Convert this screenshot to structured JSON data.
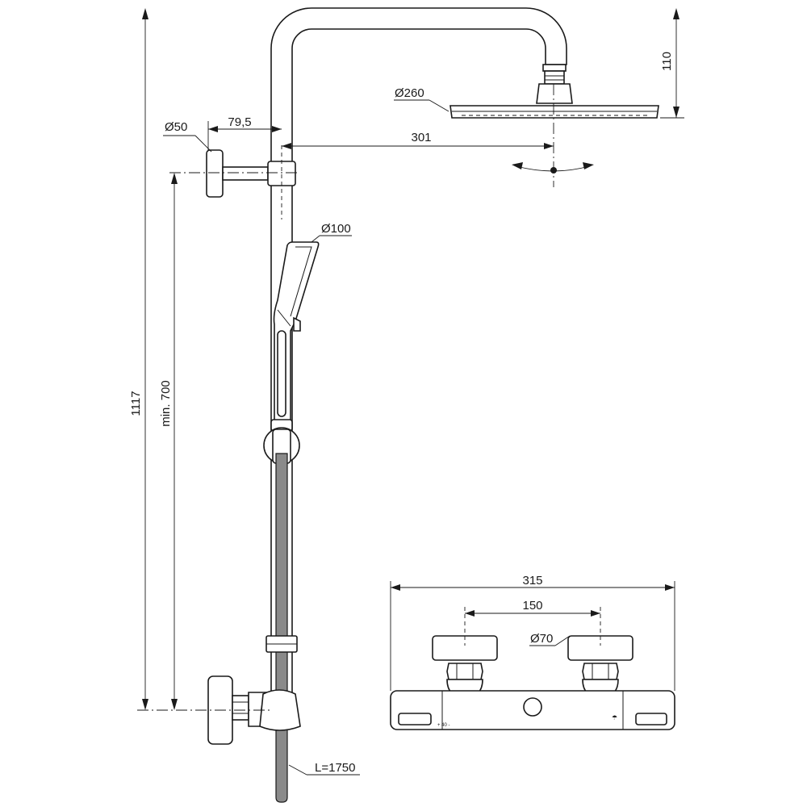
{
  "dimensions": {
    "overall_height": "1117",
    "min_height": "min. 700",
    "wall_flange_diameter": "Ø50",
    "wall_offset": "79,5",
    "arm_projection": "301",
    "head_drop": "110",
    "head_diameter": "Ø260",
    "handshower_diameter": "Ø100",
    "hose_length": "L=1750",
    "mixer_width": "315",
    "mixer_centres": "150",
    "mixer_escutcheon_diameter": "Ø70"
  }
}
